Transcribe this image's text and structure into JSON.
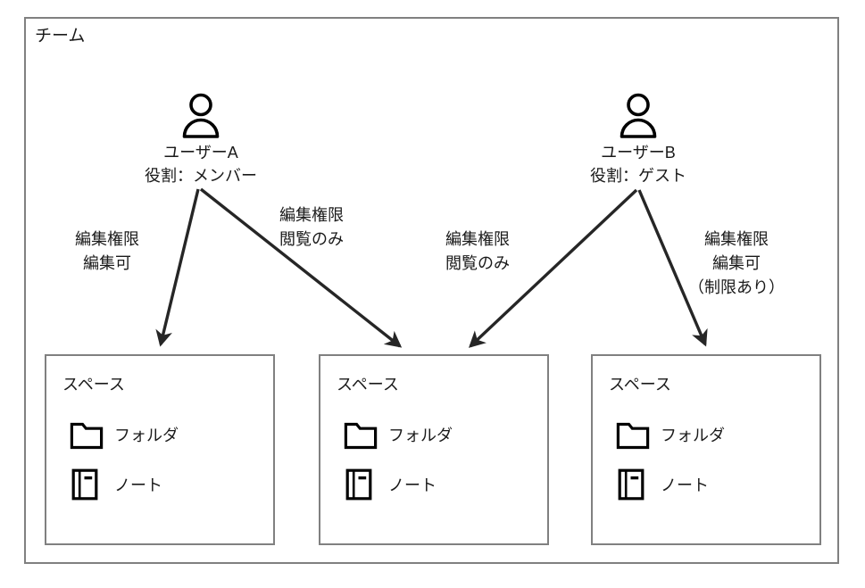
{
  "diagram": {
    "team": {
      "title": "チーム"
    },
    "users": [
      {
        "id": "user-a",
        "icon": "person-icon",
        "name": "ユーザーA",
        "role": "役割：メンバー"
      },
      {
        "id": "user-b",
        "icon": "person-icon",
        "name": "ユーザーB",
        "role": "役割：ゲスト"
      }
    ],
    "edges": [
      {
        "id": "edge-a-space1",
        "from": "user-a",
        "to": "space-1",
        "line1": "編集権限",
        "line2": "編集可",
        "line3": ""
      },
      {
        "id": "edge-a-space2",
        "from": "user-a",
        "to": "space-2",
        "line1": "編集権限",
        "line2": "閲覧のみ",
        "line3": ""
      },
      {
        "id": "edge-b-space2",
        "from": "user-b",
        "to": "space-2",
        "line1": "編集権限",
        "line2": "閲覧のみ",
        "line3": ""
      },
      {
        "id": "edge-b-space3",
        "from": "user-b",
        "to": "space-3",
        "line1": "編集権限",
        "line2": "編集可",
        "line3": "（制限あり）"
      }
    ],
    "spaces": [
      {
        "id": "space-1",
        "title": "スペース",
        "items": [
          {
            "icon": "folder-icon",
            "label": "フォルダ"
          },
          {
            "icon": "note-icon",
            "label": "ノート"
          }
        ]
      },
      {
        "id": "space-2",
        "title": "スペース",
        "items": [
          {
            "icon": "folder-icon",
            "label": "フォルダ"
          },
          {
            "icon": "note-icon",
            "label": "ノート"
          }
        ]
      },
      {
        "id": "space-3",
        "title": "スペース",
        "items": [
          {
            "icon": "folder-icon",
            "label": "フォルダ"
          },
          {
            "icon": "note-icon",
            "label": "ノート"
          }
        ]
      }
    ],
    "colors": {
      "box_border": "#808080",
      "text": "#1a1a1a",
      "arrow": "#262626",
      "icon": "#000000",
      "background": "#ffffff"
    }
  }
}
